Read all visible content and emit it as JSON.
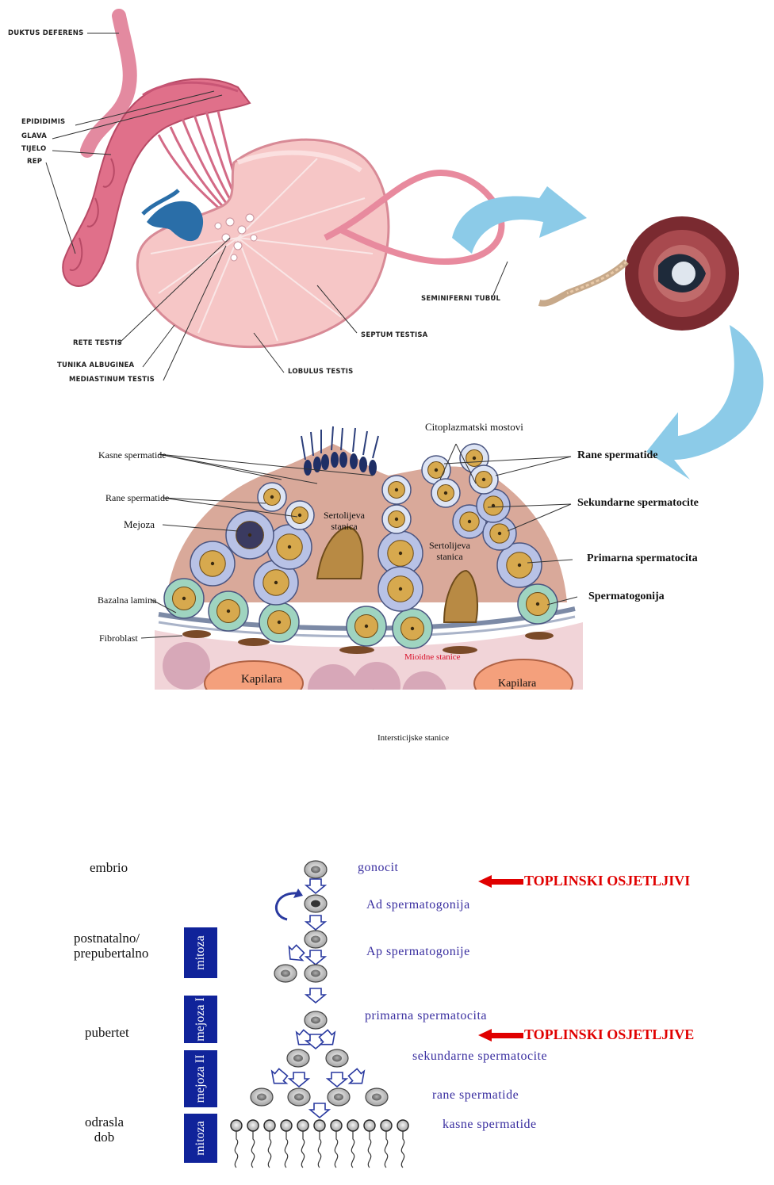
{
  "anatomy_labels": {
    "duktus_deferens": "DUKTUS DEFERENS",
    "epididimis": "EPIDIDIMIS",
    "glava": "GLAVA",
    "tijelo": "TIJELO",
    "rep": "REP",
    "rete_testis": "RETE TESTIS",
    "tunika_albuginea": "TUNIKA ALBUGINEA",
    "mediastinum_testis": "MEDIASTINUM TESTIS",
    "septum_testisa": "SEPTUM TESTISA",
    "lobulus_testis": "LOBULUS TESTIS",
    "seminiferni_tubul": "SEMINIFERNI TUBUL"
  },
  "tubule_labels": {
    "citoplazmatski_mostovi": "Citoplazmatski mostovi",
    "kasne_spermatide": "Kasne spermatide",
    "rane_spermatide_left": "Rane spermatide",
    "mejoza": "Mejoza",
    "sertolijeva_stanica_1": "Sertolijeva stanica",
    "sertolijeva_stanica_2": "Sertolijeva stanica",
    "bazalna_lamina": "Bazalna lamina",
    "fibroblast": "Fibroblast",
    "mioidne_stanice": "Mioidne stanice",
    "kapilara_left": "Kapilara",
    "kapilara_right": "Kapilara",
    "intersticijske_stanice": "Intersticijske stanice",
    "rane_spermatide_right": "Rane spermatide",
    "sekundarne_spermatocite": "Sekundarne spermatocite",
    "primarna_spermatocita": "Primarna spermatocita",
    "spermatogonija": "Spermatogonija"
  },
  "timeline": {
    "periods": {
      "embrio": "embrio",
      "postnatalno": "postnatalno/\nprepubertalno",
      "pubertet": "pubertet",
      "odrasla": "odrasla\ndob"
    },
    "phases": {
      "mitoza_1": "mitoza",
      "mejoza_1": "mejoza I",
      "mejoza_2": "mejoza II",
      "mitoza_2": "mitoza"
    },
    "stages": {
      "gonocit": "gonocit",
      "ad": "Ad spermatogonija",
      "ap": "Ap spermatogonije",
      "primarna": "primarna spermatocita",
      "sekundarne": "sekundarne spermatocite",
      "rane": "rane spermatide",
      "kasne": "kasne spermatide"
    },
    "warnings": {
      "w1": "TOPLINSKI OSJETLJIVI",
      "w2": "TOPLINSKI OSJETLJIVE"
    }
  },
  "colors": {
    "epididymis_pink": "#e0708a",
    "testis_pink": "#f6c6c6",
    "rete_blue": "#2a6ea8",
    "flow_arrow_blue": "#8ccbe8",
    "sertoli_tissue": "#d9a99a",
    "cell_lavender": "#b8c2e6",
    "nucleus_tan": "#d7a94e",
    "spermatogonia_green": "#9fd4c0",
    "capillary_orange": "#f4a07c",
    "stage_text_blue": "#3a2fa0",
    "phase_box_navy": "#10239a",
    "warning_red": "#e00000"
  }
}
